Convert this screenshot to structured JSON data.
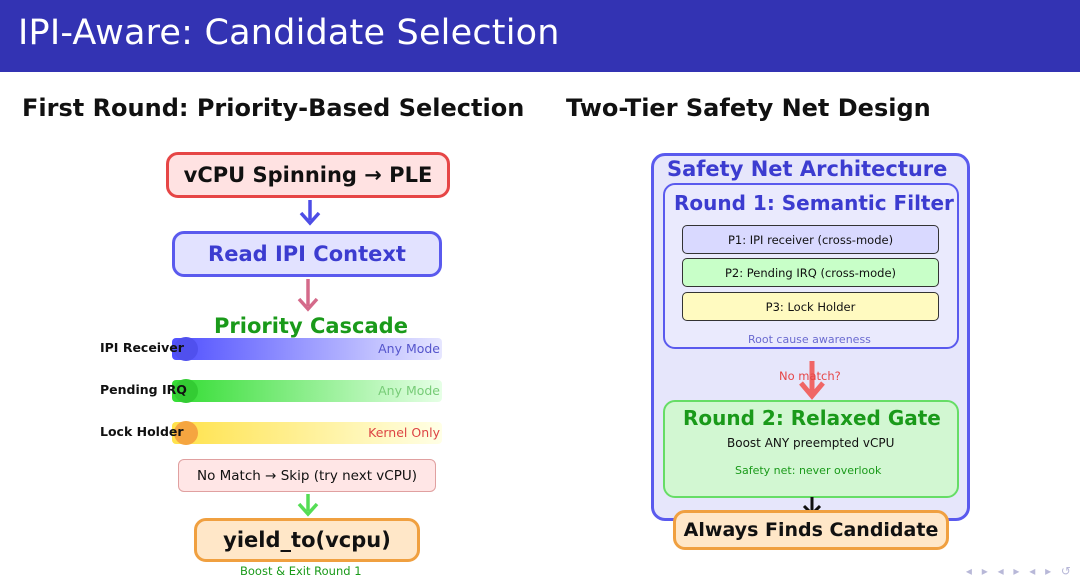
{
  "slide": {
    "title": "IPI-Aware: Candidate Selection",
    "left_heading": "First Round: Priority-Based Selection",
    "right_heading": "Two-Tier Safety Net Design"
  },
  "left_flow": {
    "start": "vCPU Spinning → PLE",
    "read_context": "Read IPI Context",
    "cascade_title": "Priority Cascade",
    "cascade": [
      {
        "label": "IPI Receiver",
        "mode": "Any Mode",
        "color": "#5555ff",
        "mode_color": "#4a4acc"
      },
      {
        "label": "Pending IRQ",
        "mode": "Any Mode",
        "color": "#44dd44",
        "mode_color": "#66cc66"
      },
      {
        "label": "Lock Holder",
        "mode": "Kernel Only",
        "color": "#ffdd33",
        "mode_color": "#dd4444"
      }
    ],
    "no_match": "No Match → Skip (try next vCPU)",
    "yield": "yield_to(vcpu)",
    "yield_caption": "Boost & Exit Round 1"
  },
  "right_flow": {
    "architecture_title": "Safety Net Architecture",
    "round1_title": "Round 1: Semantic Filter",
    "round1_items": [
      {
        "label": "P1: IPI receiver (cross-mode)",
        "color": "#d9d9ff"
      },
      {
        "label": "P2: Pending IRQ (cross-mode)",
        "color": "#c8ffc8"
      },
      {
        "label": "P3: Lock Holder",
        "color": "#fffac0"
      }
    ],
    "round1_caption": "Root cause awareness",
    "no_match": "No match?",
    "round2_title": "Round 2: Relaxed Gate",
    "round2_text": "Boost ANY preempted vCPU",
    "round2_caption": "Safety net: never overlook",
    "result": "Always Finds Candidate"
  },
  "colors": {
    "title_bar": "#3333b3",
    "red": "#e64646",
    "blue": "#4d4de6",
    "green": "#1a9a1a",
    "orange": "#f0a040"
  }
}
